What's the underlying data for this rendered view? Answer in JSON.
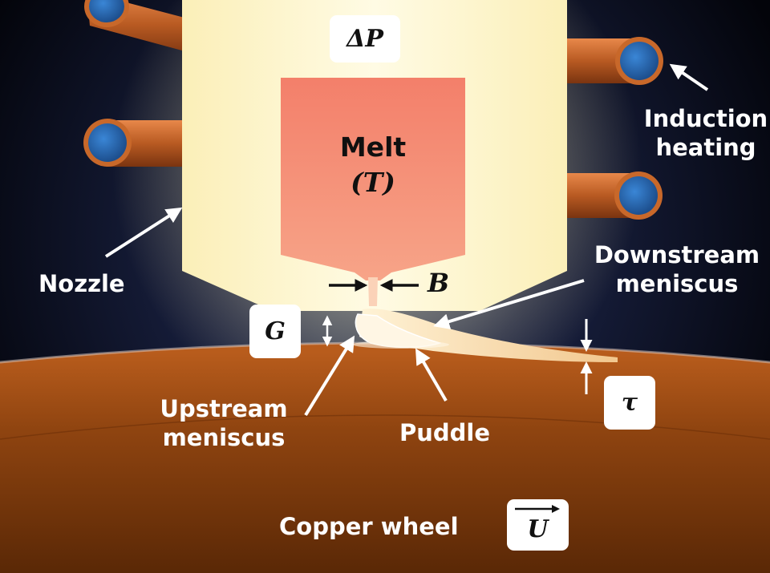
{
  "labels": {
    "pressure": "ΔP",
    "melt_word": "Melt",
    "melt_temp": "(T)",
    "nozzle_width": "B",
    "gap": "G",
    "thickness": "τ",
    "speed": "U",
    "nozzle": "Nozzle",
    "induction_line1": "Induction",
    "induction_line2": "heating",
    "downstream_line1": "Downstream",
    "downstream_line2": "meniscus",
    "upstream_line1": "Upstream",
    "upstream_line2": "meniscus",
    "puddle": "Puddle",
    "wheel": "Copper wheel"
  },
  "colors": {
    "background": "#05060c",
    "nozzle": "#fff8d4",
    "melt": "#f48872",
    "copper": "#b45a18",
    "coil_copper": "#c8682a",
    "coil_core": "#2e72c0",
    "label_text": "#ffffff",
    "box_fill": "#ffffff"
  }
}
